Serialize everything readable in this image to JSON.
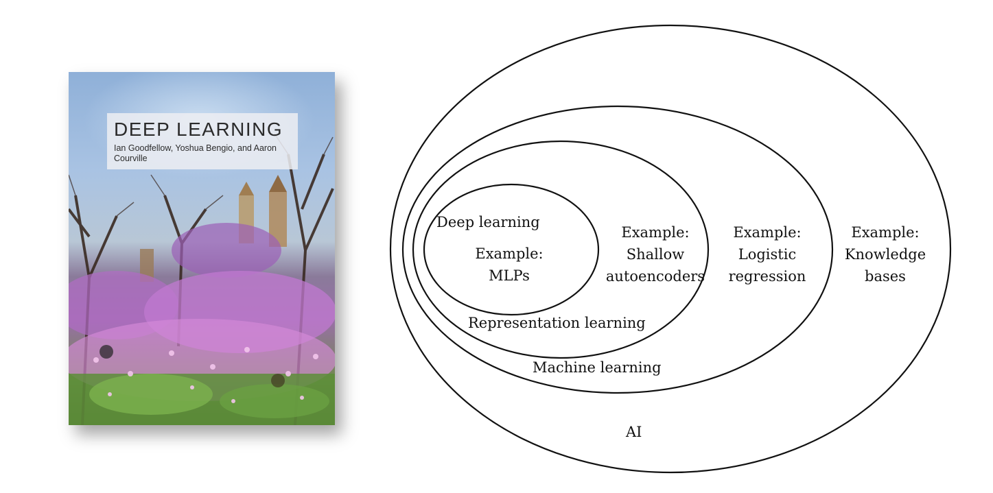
{
  "book": {
    "title": "DEEP LEARNING",
    "authors": "Ian Goodfellow, Yoshua Bengio, and Aaron Courville"
  },
  "diagram": {
    "regions": {
      "ai": "AI",
      "machine_learning": "Machine learning",
      "representation_learning": "Representation learning",
      "deep_learning": "Deep learning"
    },
    "examples": {
      "deep_learning": [
        "Example:",
        "MLPs"
      ],
      "representation_learning": [
        "Example:",
        "Shallow",
        "autoencoders"
      ],
      "machine_learning": [
        "Example:",
        "Logistic",
        "regression"
      ],
      "ai": [
        "Example:",
        "Knowledge",
        "bases"
      ]
    },
    "stroke_color": "#111111"
  }
}
